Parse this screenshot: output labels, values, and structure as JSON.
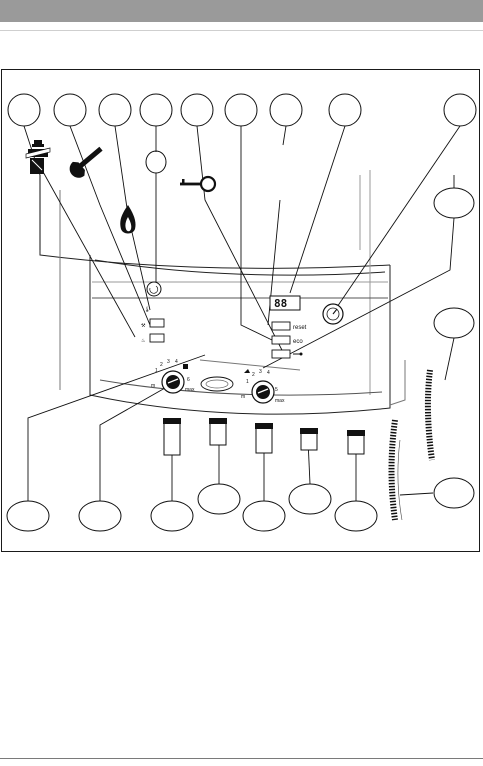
{
  "panel": {
    "reset_label": "reset",
    "eco_label": "eco",
    "display_value": "88"
  },
  "knobs": {
    "heating_scale": [
      "1",
      "2",
      "3",
      "4",
      "5",
      "6"
    ],
    "heating_max_label": "max",
    "heating_min_label": "m",
    "water_scale": [
      "1",
      "2",
      "3",
      "4",
      "5"
    ],
    "water_max_label": "max",
    "water_min_label": "m"
  },
  "icons": {
    "chimney": "chimney-sweep-icon",
    "wrench": "wrench-icon",
    "flame": "flame-icon",
    "key": "key-icon",
    "pressure": "pressure-gauge-icon"
  }
}
